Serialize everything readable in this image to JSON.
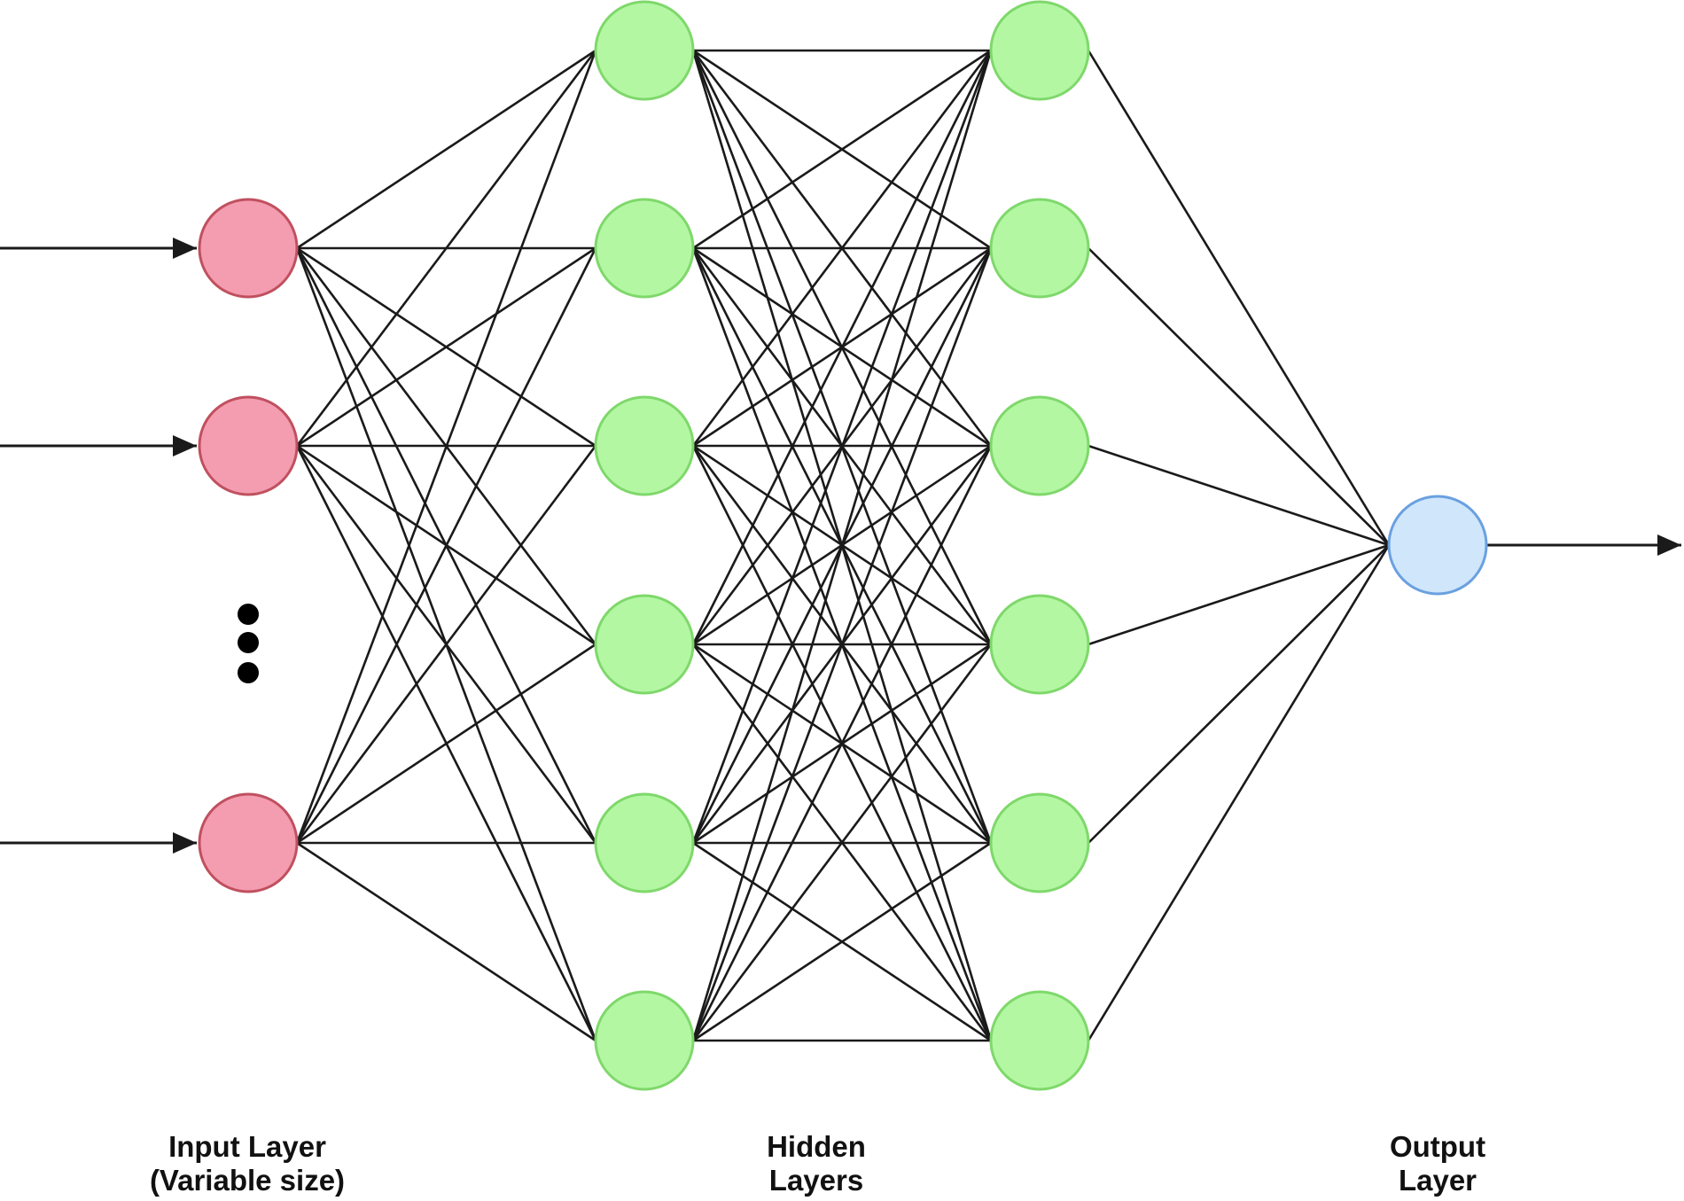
{
  "colors": {
    "input_fill": "#f49cb0",
    "input_stroke": "#c0505f",
    "hidden_fill": "#b3f7a3",
    "hidden_stroke": "#7fd86b",
    "output_fill": "#cfe6fb",
    "output_stroke": "#6aa0e0",
    "edge": "#1a1a1a",
    "ellipsis": "#000000"
  },
  "layers": {
    "input": {
      "label_line1": "Input Layer",
      "label_line2": "(Variable size)",
      "visible_nodes": 3,
      "ellipsis_between": "after node 2",
      "has_incoming_arrows": true
    },
    "hidden": {
      "label_line1": "Hidden",
      "label_line2": "Layers",
      "count": 2,
      "nodes_per_layer": 6
    },
    "output": {
      "label_line1": "Output",
      "label_line2": "Layer",
      "nodes": 1,
      "has_outgoing_arrow": true
    }
  },
  "connectivity": "fully-connected"
}
